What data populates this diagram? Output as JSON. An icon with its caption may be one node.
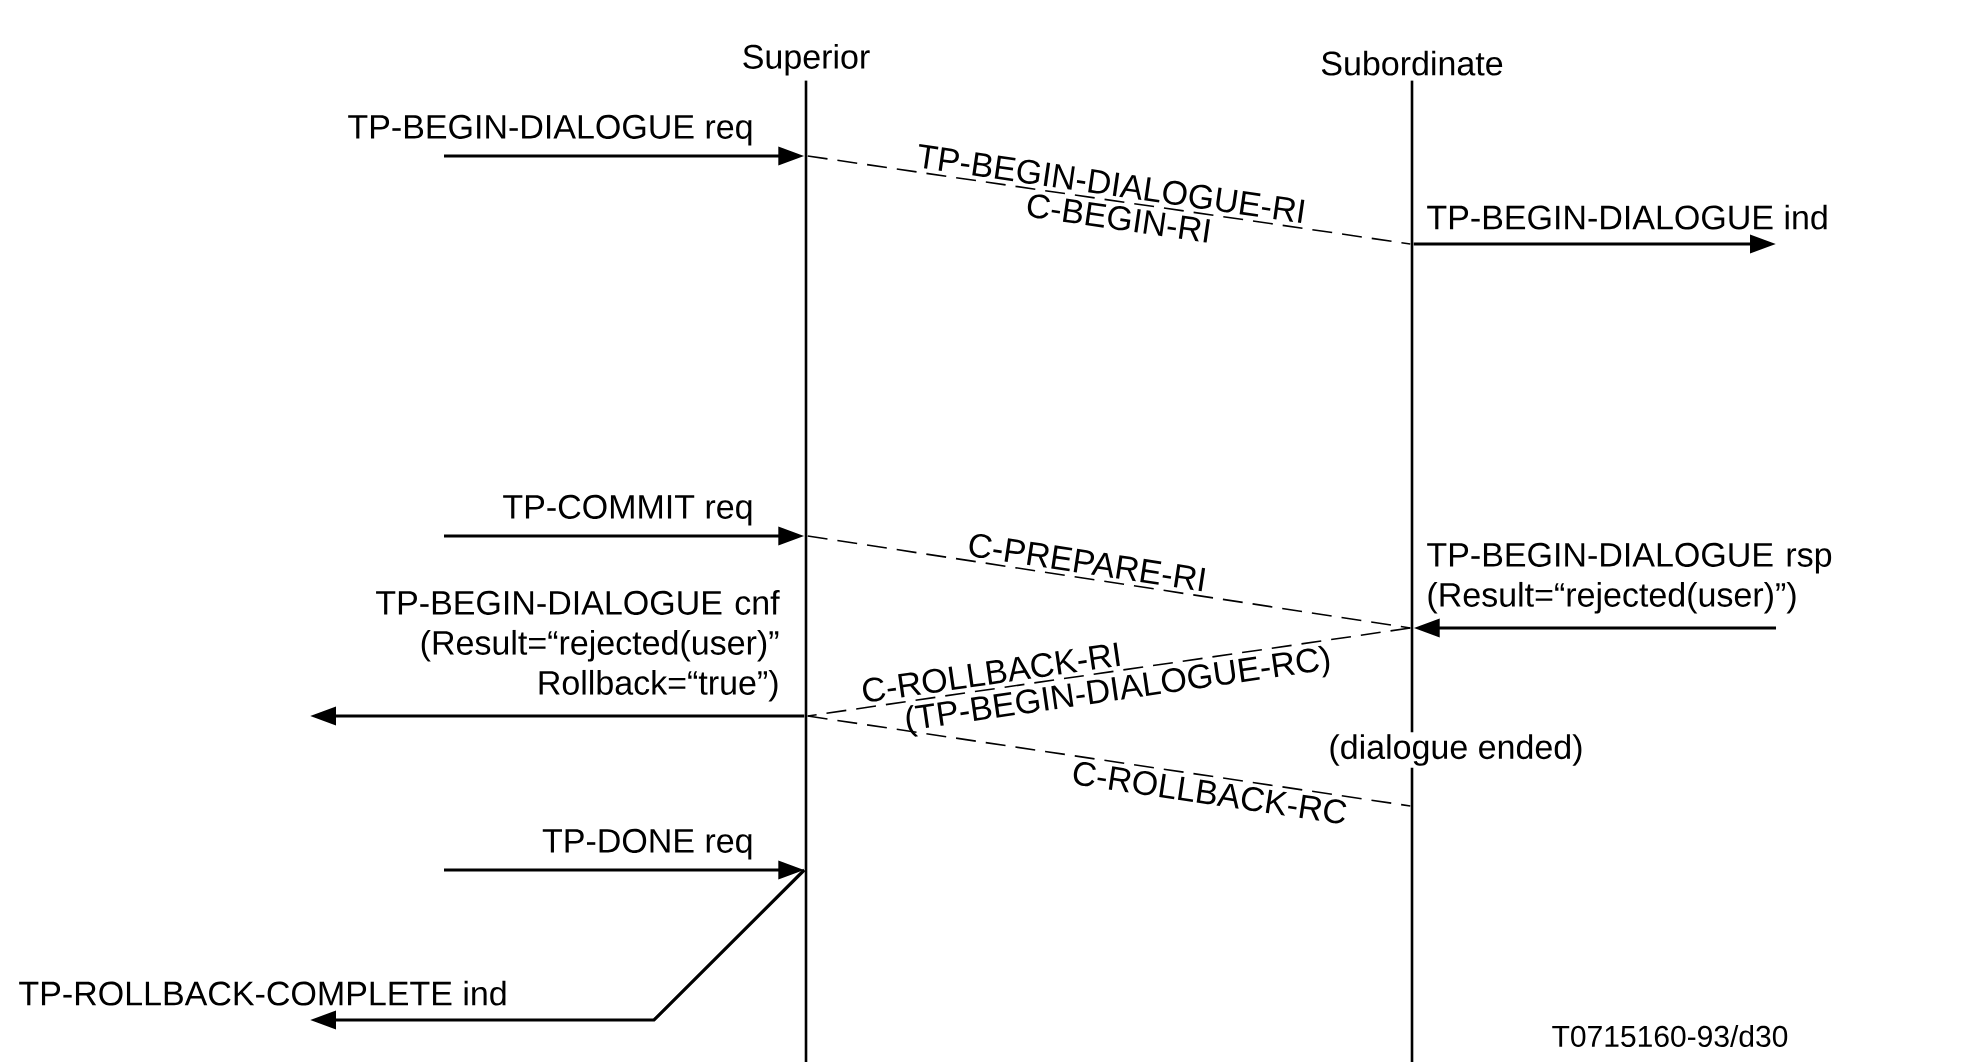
{
  "diagram": {
    "nodes": [
      {
        "text": [
          "Superior"
        ]
      },
      {
        "text": [
          "Subordinate"
        ]
      }
    ],
    "edges": [
      {
        "from": null,
        "to": 0,
        "arrow": "to",
        "label": "TP-BEGIN-DIALOGUE req"
      },
      {
        "from": 0,
        "to": 1,
        "arrow": "none",
        "style": "dashed",
        "label": "TP-BEGIN-DIALOGUE-RI"
      },
      {
        "from": 1,
        "to": null,
        "arrow": "to",
        "label": "TP-BEGIN-DIALOGUE ind"
      },
      {
        "from": null,
        "to": 0,
        "arrow": "to",
        "label": "TP-COMMIT req"
      },
      {
        "from": 0,
        "to": 1,
        "arrow": "none",
        "style": "dashed",
        "label": "C-PREPARE-RI"
      },
      {
        "from": null,
        "to": 1,
        "arrow": "to",
        "label": "TP-BEGIN-DIALOGUE rsp (Result=“rejected(user)”)"
      },
      {
        "from": 1,
        "to": 0,
        "arrow": "none",
        "style": "dashed",
        "label": "C-ROLLBACK-RI"
      },
      {
        "from": 0,
        "to": null,
        "arrow": "to",
        "label": "TP-BEGIN-DIALOGUE cnf (Result=“rejected(user)” Rollback=“true”)"
      },
      {
        "from": 0,
        "to": 1,
        "arrow": "none",
        "style": "dashed",
        "label": "C-ROLLBACK-RC"
      },
      {
        "from": null,
        "to": 0,
        "arrow": "to",
        "label": "TP-DONE req"
      },
      {
        "from": 0,
        "to": null,
        "arrow": "to",
        "label": "TP-ROLLBACK-COMPLETE ind"
      }
    ],
    "labels": [
      "C-BEGIN-RI",
      "(TP-BEGIN-DIALOGUE-RC)",
      "(dialogue ended)",
      "T0715160-93/d30"
    ]
  }
}
